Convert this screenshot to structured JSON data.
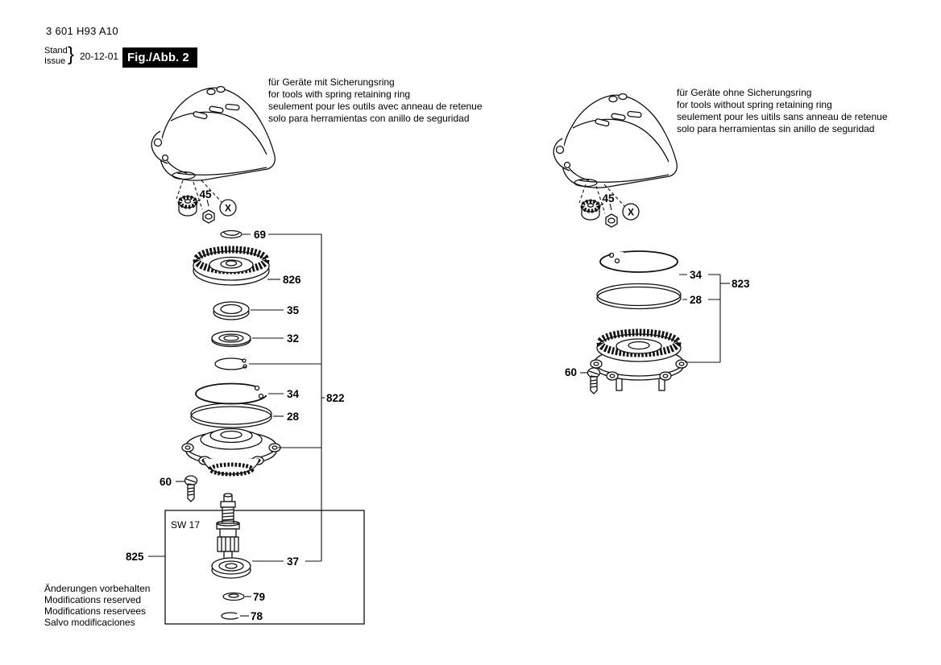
{
  "header": {
    "part_number": "3 601 H93 A10",
    "revision": {
      "label_top": "Stand",
      "label_bottom": "Issue",
      "brace": "}",
      "date": "20-12-01"
    },
    "figure_label": "Fig./Abb. 2"
  },
  "left_assembly": {
    "note_lines": [
      "für Geräte mit Sicherungsring",
      "for tools with spring retaining ring",
      "seulement pour les outils avec anneau de retenue",
      "solo para herramientas con anillo de seguridad"
    ],
    "labels": {
      "p45": "45",
      "x": "X",
      "p69": "69",
      "p826": "826",
      "p35": "35",
      "p32": "32",
      "p34": "34",
      "p28": "28",
      "p822": "822",
      "p60": "60",
      "sw17": "SW 17",
      "p825": "825",
      "p37": "37",
      "p79": "79",
      "p78": "78"
    }
  },
  "right_assembly": {
    "note_lines": [
      "für Geräte ohne Sicherungsring",
      "for tools without spring retaining ring",
      "seulement pour les uitils sans anneau de retenue",
      "solo para herramientas sin anillo de seguridad"
    ],
    "labels": {
      "p45": "45",
      "x": "X",
      "p34": "34",
      "p28": "28",
      "p823": "823",
      "p60": "60"
    }
  },
  "footer_lines": [
    "Änderungen vorbehalten",
    "Modifications reserved",
    "Modifications reservees",
    "Salvo modificaciones"
  ]
}
